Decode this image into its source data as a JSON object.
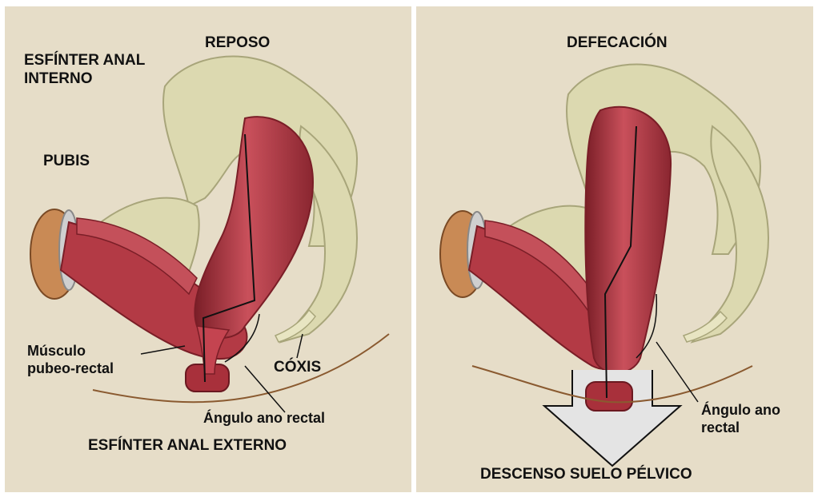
{
  "colors": {
    "background": "#e6ddc8",
    "bone": "#dcd9b0",
    "bone_shadow": "#a8a57a",
    "muscle": "#b33a45",
    "muscle_dark": "#7a1e27",
    "muscle_light": "#d9727a",
    "arrow_fill": "#e4e4e4",
    "line": "#111111"
  },
  "left_panel": {
    "title": "REPOSO",
    "labels": {
      "internal_sphincter": "ESFÍNTER ANAL\nINTERNO",
      "pubis": "PUBIS",
      "puborectal": "Músculo\npubeo-rectal",
      "coccyx": "CÓXIS",
      "anorectal_angle": "Ángulo ano rectal",
      "external_sphincter": "ESFÍNTER ANAL EXTERNO"
    }
  },
  "right_panel": {
    "title": "DEFECACIÓN",
    "labels": {
      "anorectal_angle": "Ángulo ano\nrectal",
      "pelvic_floor_descent": "DESCENSO SUELO PÉLVICO"
    }
  }
}
